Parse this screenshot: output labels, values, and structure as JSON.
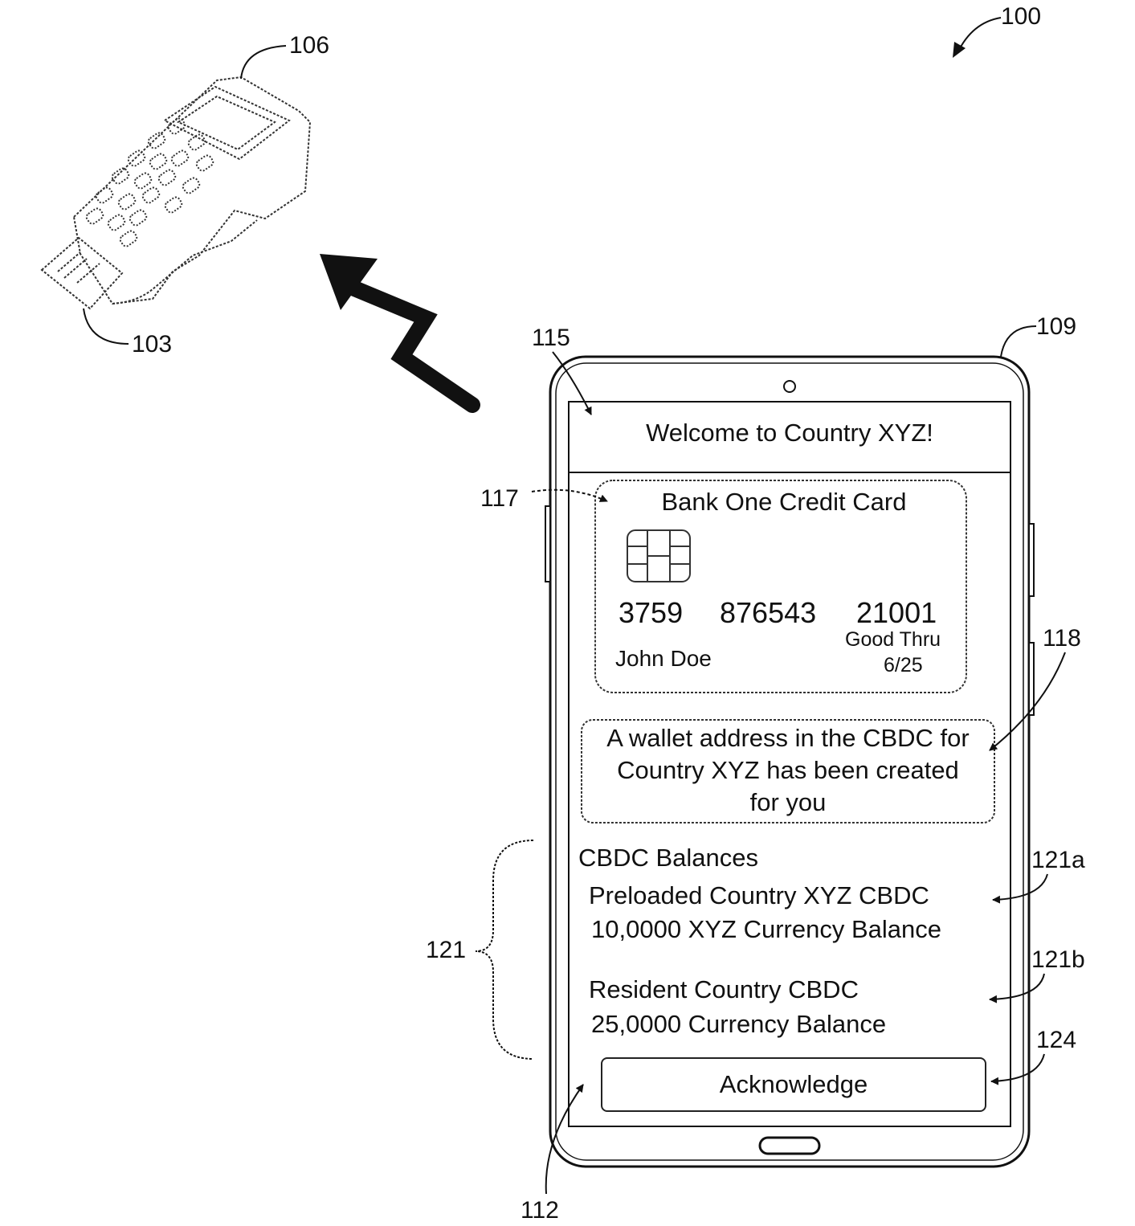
{
  "refs": {
    "system": "100",
    "reader": "106",
    "card": "103",
    "phone": "109",
    "banner": "115",
    "credit_card": "117",
    "notice": "118",
    "balances_group": "121",
    "balance_a": "121a",
    "balance_b": "121b",
    "acknowledge": "124",
    "display": "112"
  },
  "screen": {
    "banner_text": "Welcome to Country XYZ!",
    "card": {
      "title": "Bank One Credit Card",
      "number_part1": "3759",
      "number_part2": "876543",
      "number_part3": "21001",
      "holder": "John Doe",
      "good_thru_label": "Good Thru",
      "good_thru_value": "6/25"
    },
    "notice_lines": [
      "A wallet address in the CBDC for",
      "Country XYZ has been created",
      "for you"
    ],
    "balances": {
      "heading": "CBDC Balances",
      "preloaded_title": "Preloaded  Country XYZ CBDC",
      "preloaded_amount": "10,0000 XYZ Currency Balance",
      "resident_title": "Resident Country CBDC",
      "resident_amount": "25,0000 Currency Balance"
    },
    "acknowledge_label": "Acknowledge"
  }
}
